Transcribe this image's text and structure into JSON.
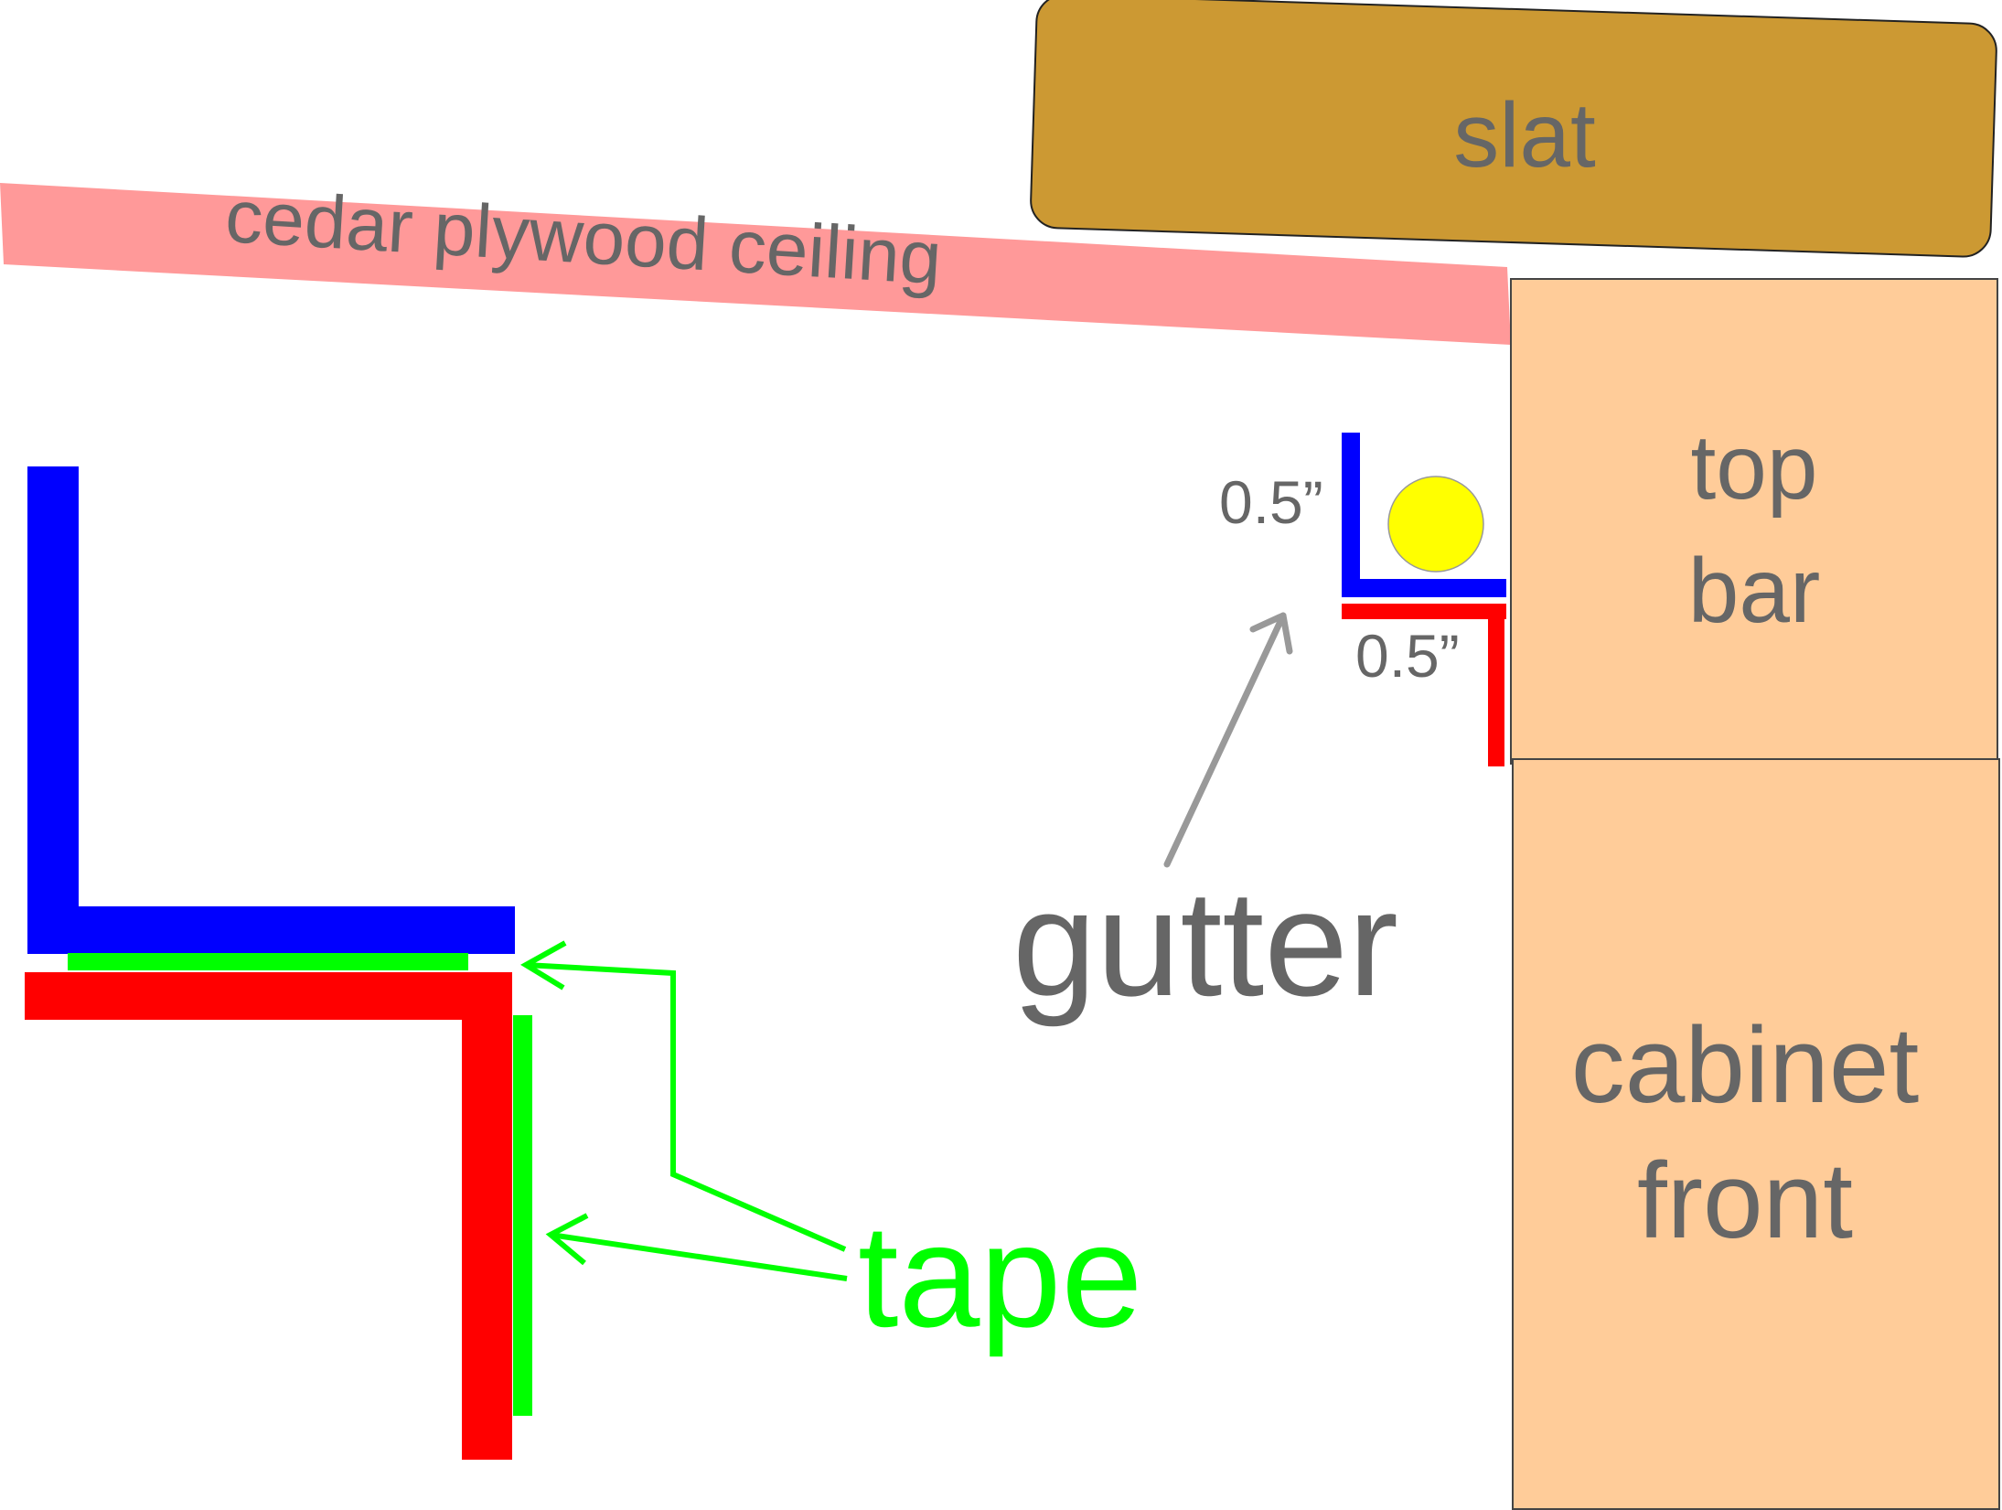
{
  "labels": {
    "slat": "slat",
    "ceiling": "cedar plywood ceiling",
    "top_bar_line1": "top",
    "top_bar_line2": "bar",
    "cabinet_line1": "cabinet",
    "cabinet_line2": "front",
    "gutter": "gutter",
    "tape": "tape",
    "dim_vertical": "0.5”",
    "dim_horizontal": "0.5”"
  },
  "colors": {
    "slat": "#cc9933",
    "ceiling": "#ff9999",
    "panel": "#ffcc99",
    "blue_angle": "#0000ff",
    "red_angle": "#ff0000",
    "tape": "#00ff00",
    "ball": "#ffff00",
    "label_text": "#666666",
    "arrow_gray": "#999999"
  }
}
